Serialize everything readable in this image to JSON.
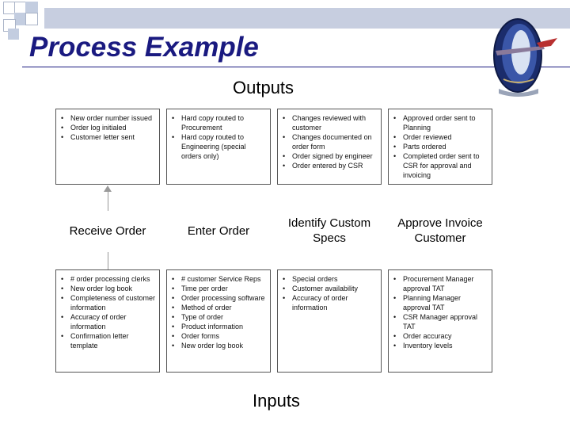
{
  "title": "Process Example",
  "outputs_label": "Outputs",
  "inputs_label": "Inputs",
  "columns": [
    {
      "process": "Receive Order",
      "outputs": [
        "New order number issued",
        "Order log initialed",
        "Customer letter sent"
      ],
      "inputs": [
        "# order processing clerks",
        "New order log book",
        "Completeness of customer information",
        "Accuracy of order information",
        "Confirmation letter template"
      ]
    },
    {
      "process": "Enter Order",
      "outputs": [
        "Hard copy routed to Procurement",
        "Hard copy routed to Engineering (special orders only)"
      ],
      "inputs": [
        "# customer Service Reps",
        "Time per order",
        "Order processing software",
        "Method of order",
        "Type of order",
        "Product information",
        "Order forms",
        "New order log book"
      ]
    },
    {
      "process": "Identify Custom Specs",
      "outputs": [
        "Changes reviewed with customer",
        "Changes documented on order form",
        "Order signed by engineer",
        "Order entered by CSR"
      ],
      "inputs": [
        "Special orders",
        "Customer availability",
        "Accuracy of order information"
      ]
    },
    {
      "process": "Approve Invoice Customer",
      "outputs": [
        "Approved order sent to Planning",
        "Order reviewed",
        "Parts ordered",
        "Completed order sent to CSR for approval and invoicing"
      ],
      "inputs": [
        "Procurement Manager approval TAT",
        "Planning Manager approval TAT",
        "CSR Manager approval TAT",
        "Order accuracy",
        "Inventory levels"
      ]
    }
  ]
}
